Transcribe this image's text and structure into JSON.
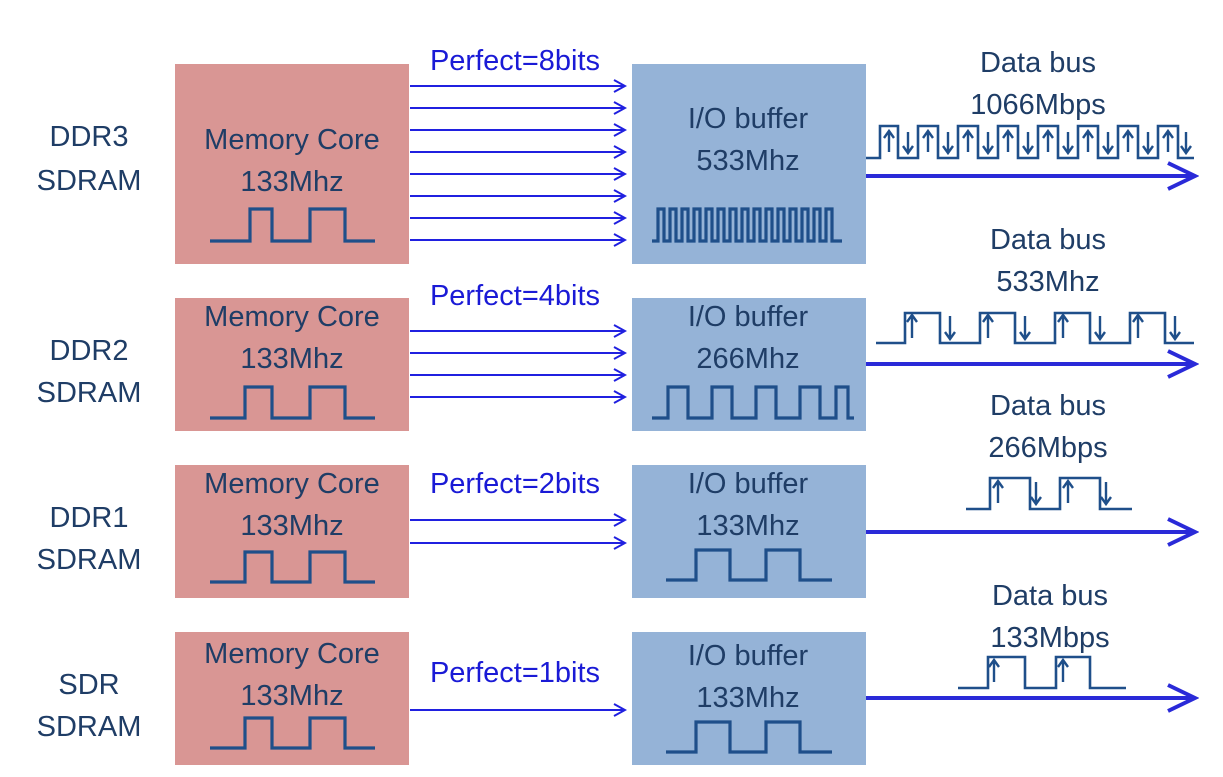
{
  "colors": {
    "core_box": "#d99694",
    "io_box": "#95b3d7",
    "text": "#1f3d66",
    "transfer_arrows": "#2020e0",
    "waveform": "#1f4f8a"
  },
  "rows": [
    {
      "id": "ddr3",
      "type_line1": "DDR3",
      "type_line2": "SDRAM",
      "core_label": "Memory Core",
      "core_freq": "133Mhz",
      "perfect_label": "Perfect=8bits",
      "io_label": "I/O buffer",
      "io_freq": "533Mhz",
      "bus_label": "Data bus",
      "bus_rate": "1066Mbps",
      "arrow_count": 8
    },
    {
      "id": "ddr2",
      "type_line1": "DDR2",
      "type_line2": "SDRAM",
      "core_label": "Memory Core",
      "core_freq": "133Mhz",
      "perfect_label": "Perfect=4bits",
      "io_label": "I/O buffer",
      "io_freq": "266Mhz",
      "bus_label": "Data bus",
      "bus_rate": "533Mhz",
      "arrow_count": 4
    },
    {
      "id": "ddr1",
      "type_line1": "DDR1",
      "type_line2": "SDRAM",
      "core_label": "Memory Core",
      "core_freq": "133Mhz",
      "perfect_label": "Perfect=2bits",
      "io_label": "I/O buffer",
      "io_freq": "133Mhz",
      "bus_label": "Data bus",
      "bus_rate": "266Mbps",
      "arrow_count": 2
    },
    {
      "id": "sdr",
      "type_line1": "SDR",
      "type_line2": "SDRAM",
      "core_label": "Memory Core",
      "core_freq": "133Mhz",
      "perfect_label": "Perfect=1bits",
      "io_label": "I/O buffer",
      "io_freq": "133Mhz",
      "bus_label": "Data bus",
      "bus_rate": "133Mbps",
      "arrow_count": 1
    }
  ]
}
